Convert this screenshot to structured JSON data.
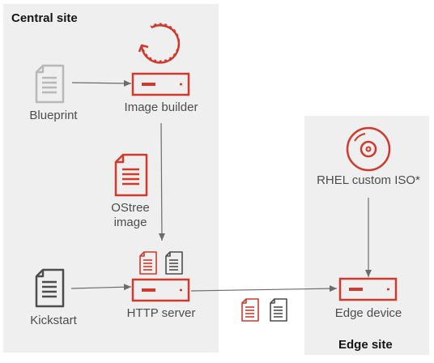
{
  "central_site": {
    "title": "Central site",
    "blueprint_label": "Blueprint",
    "image_builder_label": "Image builder",
    "ostree_label_line1": "OStree",
    "ostree_label_line2": "image",
    "kickstart_label": "Kickstart",
    "http_server_label": "HTTP server"
  },
  "edge_site": {
    "title": "Edge site",
    "iso_label": "RHEL custom ISO*",
    "edge_device_label": "Edge device"
  },
  "colors": {
    "accent_red": "#d0392b",
    "doc_gray": "#b8b8b8",
    "doc_dark": "#4d4d4d",
    "panel_bg": "#efefef",
    "arrow": "#6b6b6b"
  },
  "icons": [
    "document-icon",
    "server-icon",
    "refresh-icon",
    "disc-icon"
  ]
}
